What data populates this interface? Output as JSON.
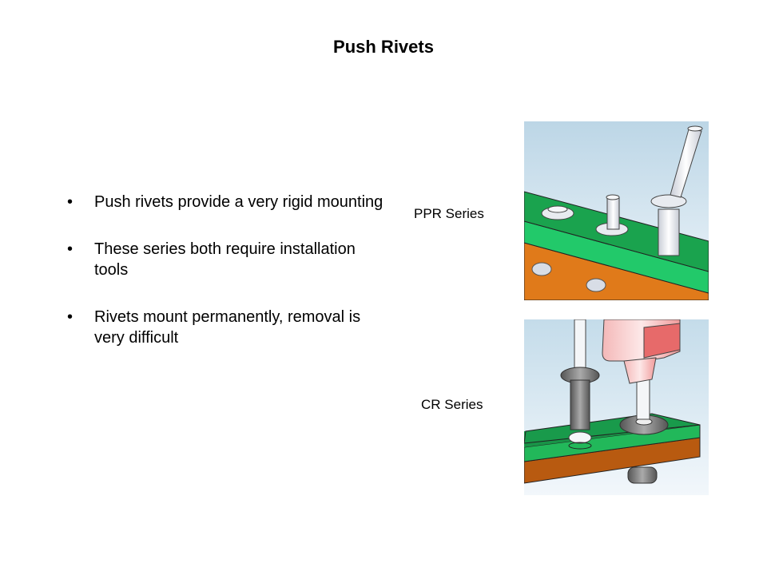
{
  "slide": {
    "title": "Push Rivets",
    "bullets": [
      "Push rivets provide a very rigid mounting",
      "These series both require installation tools",
      "Rivets mount permanently, removal is very difficult"
    ],
    "bullet_glyph": "•",
    "images": [
      {
        "label": "PPR Series",
        "icon": "ppr-rivet-illustration"
      },
      {
        "label": "CR Series",
        "icon": "cr-rivet-illustration"
      }
    ]
  }
}
